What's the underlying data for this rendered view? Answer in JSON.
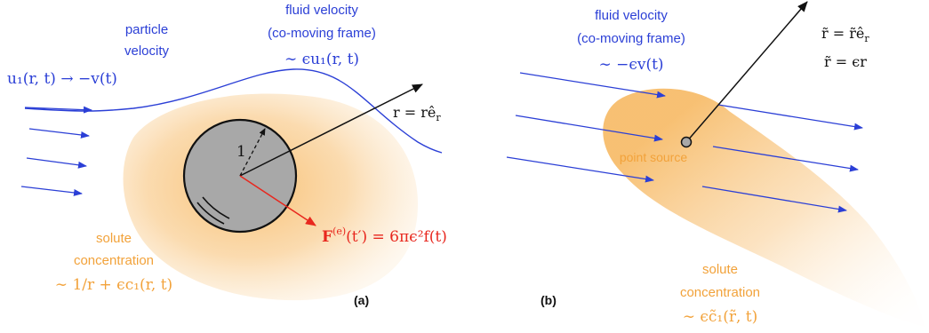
{
  "panel_a": {
    "tag": "(a)",
    "particle_velocity": {
      "line1": "particle",
      "line2": "velocity",
      "expr": "u₁(r, t) → −v(t)"
    },
    "fluid_velocity": {
      "line1": "fluid velocity",
      "line2": "(co-moving frame)",
      "expr": "∼ ϵu₁(r, t)"
    },
    "radius_vector": "r = rê",
    "radius_vector_sub": "r",
    "unit_radius": "1",
    "force": {
      "main": "F",
      "sup": "(e)",
      "rest": "(t′) = 6πϵ²f(t)"
    },
    "solute": {
      "line1": "solute",
      "line2": "concentration",
      "expr": "∼ 1/r + ϵc₁(r, t)"
    }
  },
  "panel_b": {
    "tag": "(b)",
    "fluid_velocity": {
      "line1": "fluid velocity",
      "line2": "(co-moving frame)",
      "expr": "∼ −ϵv(t)"
    },
    "radius_vector": "r̃ = r̃ê",
    "radius_vector_sub": "r",
    "radius_scale": "r̃ = ϵr",
    "point_source": "point source",
    "solute": {
      "line1": "solute",
      "line2": "concentration",
      "expr": "∼ ϵc̃₁(r̃, t)"
    }
  },
  "colors": {
    "flow": "#2b3fd6",
    "solute": "#f2a23a",
    "force": "#e8271e",
    "particle_fill": "#a8a8a8",
    "vector": "#111111"
  }
}
